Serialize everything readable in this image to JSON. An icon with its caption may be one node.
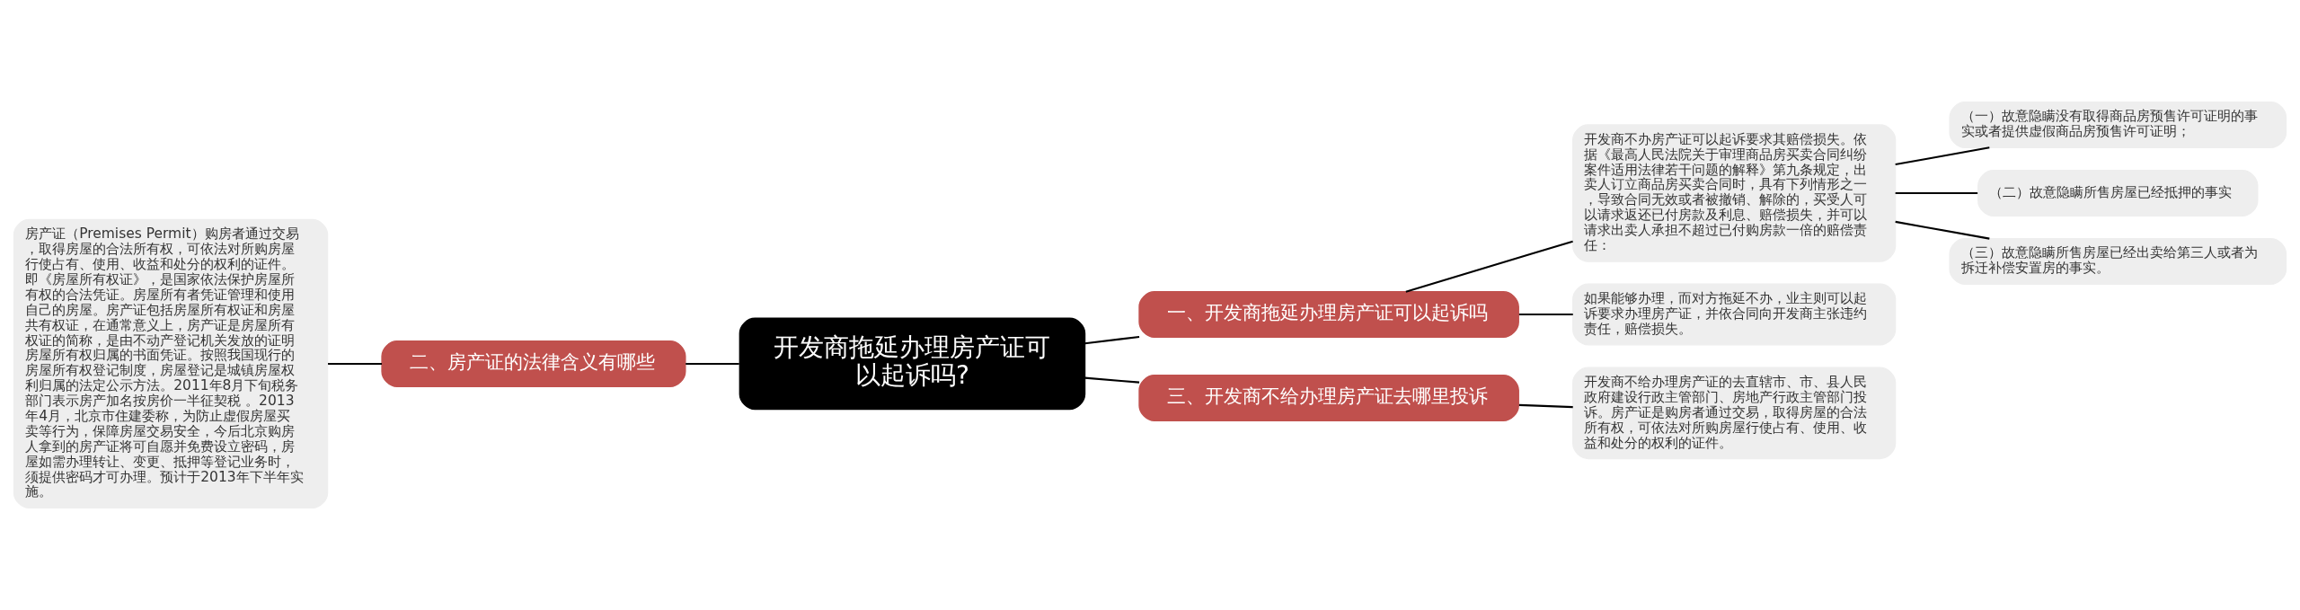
{
  "diagram": {
    "nodes": [
      {
        "text": [
          "开发商拖延办理房产证可以起诉吗?"
        ]
      },
      {
        "text": [
          "一、开发商拖延办理房产证可以起诉吗"
        ]
      },
      {
        "text": [
          "开发商不办房产证可以起诉要求其赔偿损失。依据《最高人民法院关于审理商品房买卖合同纠纷案件适用法律若干问题的解释》第九条规定，出卖人订立商品房买卖合同时，具有下列情形之一，导致合同无效或者被撤销、解除的，买受人可以请求返还已付房款及利息、赔偿损失，并可以请求出卖人承担不超过已付购房款一倍的赔偿责任："
        ]
      },
      {
        "text": [
          "（一）故意隐瞒没有取得商品房预售许可证明的事实或者提供虚假商品房预售许可证明；"
        ]
      },
      {
        "text": [
          "（二）故意隐瞒所售房屋已经抵押的事实"
        ]
      },
      {
        "text": [
          "（三）故意隐瞒所售房屋已经出卖给第三人或者为拆迁补偿安置房的事实。"
        ]
      },
      {
        "text": [
          "如果能够办理，而对方拖延不办，业主则可以起诉要求办理房产证，并依合同向开发商主张违约责任，赔偿损失。"
        ]
      },
      {
        "text": [
          "三、开发商不给办理房产证去哪里投诉"
        ]
      },
      {
        "text": [
          "开发商不给办理房产证的去直辖市、市、县人民政府建设行政主管部门、房地产行政主管部门投诉。房产证是购房者通过交易，取得房屋的合法所有权，可依法对所购房屋行使占有、使用、收益和处分的权利的证件。"
        ]
      },
      {
        "text": [
          "二、房产证的法律含义有哪些"
        ]
      },
      {
        "text": [
          "房产证（Premises Permit）购房者通过交易，取得房屋的合法所有权，可依法对所购房屋行使占有、使用、收益和处分的权利的证件。即《房屋所有权证》，是国家依法保护房屋所有权的合法凭证。房屋所有者凭证管理和使用自己的房屋。房产证包括房屋所有权证和房屋共有权证，在通常意义上，房产证是房屋所有权证的简称，是由不动产登记机关发放的证明房屋所有权归属的书面凭证。按照我国现行的房屋所有权登记制度，房屋登记是城镇房屋权利归属的法定公示方法。2011年8月下旬税务部门表示房产加名按房价一半征契税 。2013年4月，北京市住建委称，为防止虚假房屋买卖等行为，保障房屋交易安全，今后北京购房人拿到的房产证将可自愿并免费设立密码，房屋如需办理转让、变更、抵押等登记业务时，须提供密码才可办理。预计于2013年下半年实施。"
        ]
      }
    ],
    "edges": [
      {
        "from": 0,
        "to": 1,
        "arrow": "none"
      },
      {
        "from": 1,
        "to": 2,
        "arrow": "none"
      },
      {
        "from": 2,
        "to": 3,
        "arrow": "none"
      },
      {
        "from": 2,
        "to": 4,
        "arrow": "none"
      },
      {
        "from": 2,
        "to": 5,
        "arrow": "none"
      },
      {
        "from": 1,
        "to": 6,
        "arrow": "none"
      },
      {
        "from": 0,
        "to": 7,
        "arrow": "none"
      },
      {
        "from": 7,
        "to": 8,
        "arrow": "none"
      },
      {
        "from": 0,
        "to": 9,
        "arrow": "none"
      },
      {
        "from": 9,
        "to": 10,
        "arrow": "none"
      }
    ]
  }
}
